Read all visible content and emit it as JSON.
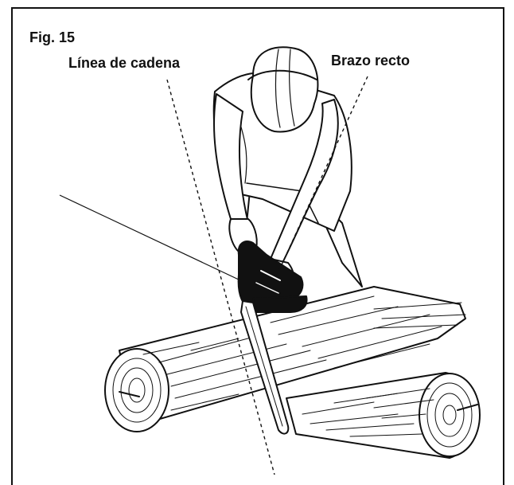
{
  "figure": {
    "number_label": "Fig. 15",
    "chain_line_label": "Línea de cadena",
    "straight_arm_label": "Brazo recto"
  }
}
